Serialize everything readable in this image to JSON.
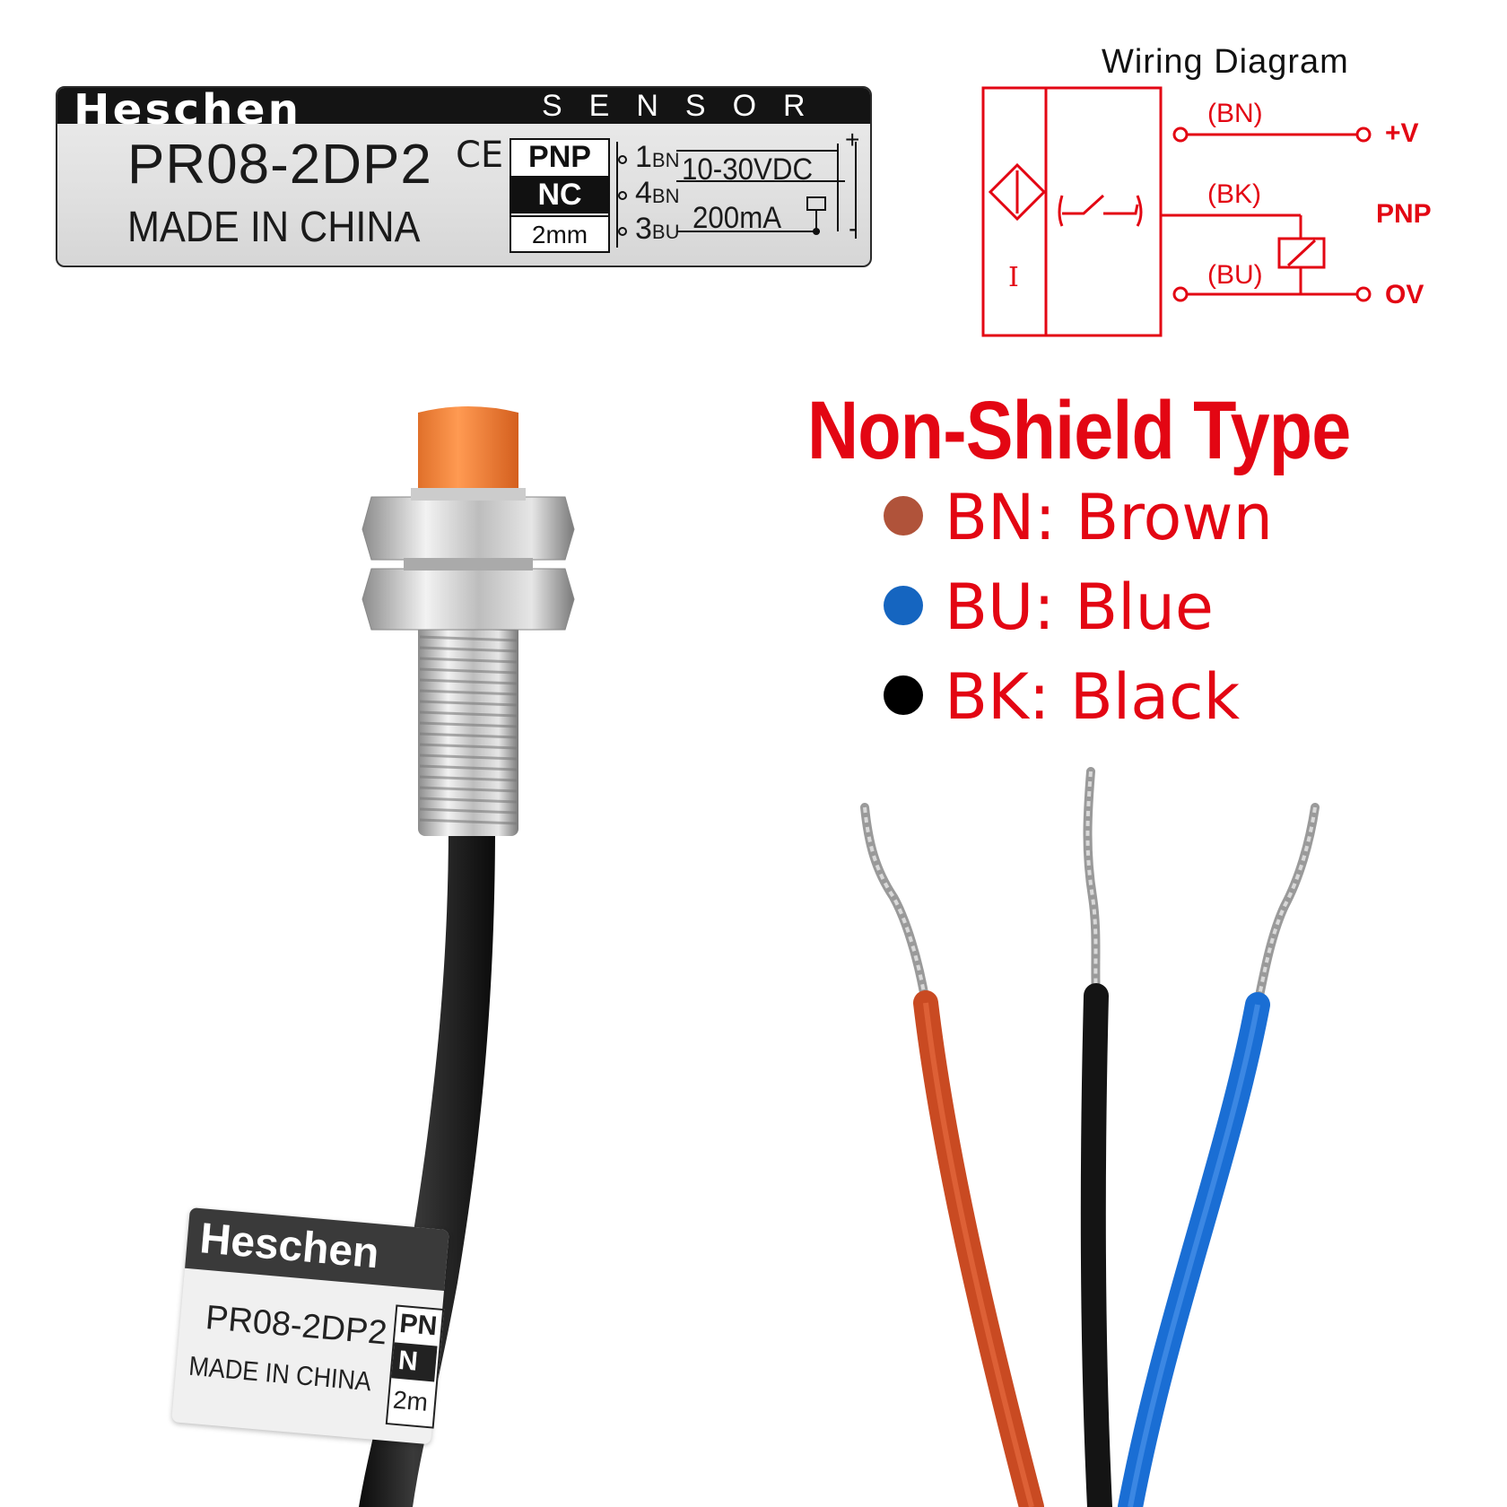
{
  "label": {
    "brand": "Heschen",
    "sensor_word": "SENSOR",
    "model": "PR08-2DP2",
    "origin": "MADE IN CHINA",
    "ce": "CE",
    "output_type": "PNP",
    "contact": "NC",
    "distance": "2mm",
    "pins": [
      {
        "num": "1",
        "code": "BN"
      },
      {
        "num": "4",
        "code": "BN"
      },
      {
        "num": "3",
        "code": "BU"
      }
    ],
    "voltage": "10-30VDC",
    "current": "200mA",
    "plus": "+",
    "minus": "-"
  },
  "wiring_diagram": {
    "title": "Wiring Diagram",
    "wires": [
      {
        "code": "(BN)",
        "terminal": "+V"
      },
      {
        "code": "(BK)",
        "terminal": ""
      },
      {
        "code": "(BU)",
        "terminal": "OV"
      }
    ],
    "type_label": "PNP",
    "current_symbol": "I",
    "accent_color": "#e30613"
  },
  "legend": {
    "title": "Non-Shield Type",
    "items": [
      {
        "text": "BN: Brown",
        "color": "#b0533a"
      },
      {
        "text": "BU: Blue",
        "color": "#1565c0"
      },
      {
        "text": "BK: Black",
        "color": "#000000"
      }
    ]
  },
  "product_tag": {
    "brand": "Heschen",
    "model": "PR08-2DP2",
    "origin": "MADE IN CHINA",
    "output_type_partial": "PN",
    "contact_partial": "N",
    "distance_partial": "2m"
  }
}
